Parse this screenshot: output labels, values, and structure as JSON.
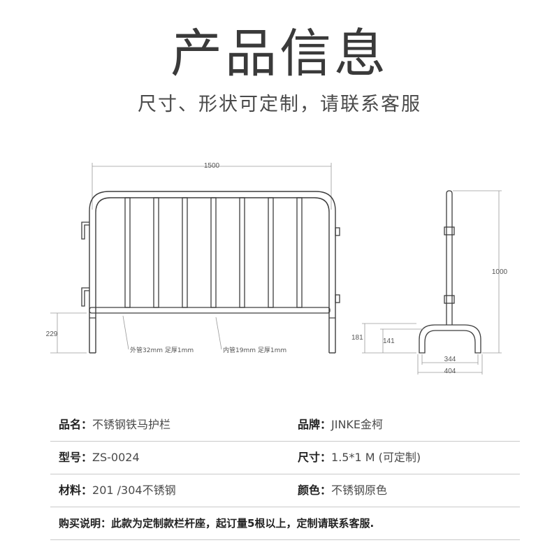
{
  "header": {
    "title": "产品信息",
    "subtitle": "尺寸、形状可定制，请联系客服"
  },
  "diagram": {
    "front": {
      "width_label": "1500",
      "leg_height_label": "229",
      "outer_tube_label": "外管32mm 足厚1mm",
      "inner_tube_label": "内管19mm 足厚1mm"
    },
    "side": {
      "height_label": "1000",
      "base_height_label": "181",
      "inner_base_height_label": "141",
      "inner_base_width_label": "344",
      "base_width_label": "404"
    }
  },
  "specs": {
    "rows": [
      {
        "left": {
          "label": "品名：",
          "value": "不锈钢铁马护栏"
        },
        "right": {
          "label": "品牌：",
          "value": "JINKE金柯"
        }
      },
      {
        "left": {
          "label": "型号：",
          "value": "ZS-0024"
        },
        "right": {
          "label": "尺寸：",
          "value": "1.5*1 M (可定制)"
        }
      },
      {
        "left": {
          "label": "材料：",
          "value": "201 /304不锈钢"
        },
        "right": {
          "label": "颜色：",
          "value": "不锈钢原色"
        }
      }
    ],
    "note": "购买说明：此款为定制款栏杆座，起订量5根以上，定制请联系客服."
  }
}
